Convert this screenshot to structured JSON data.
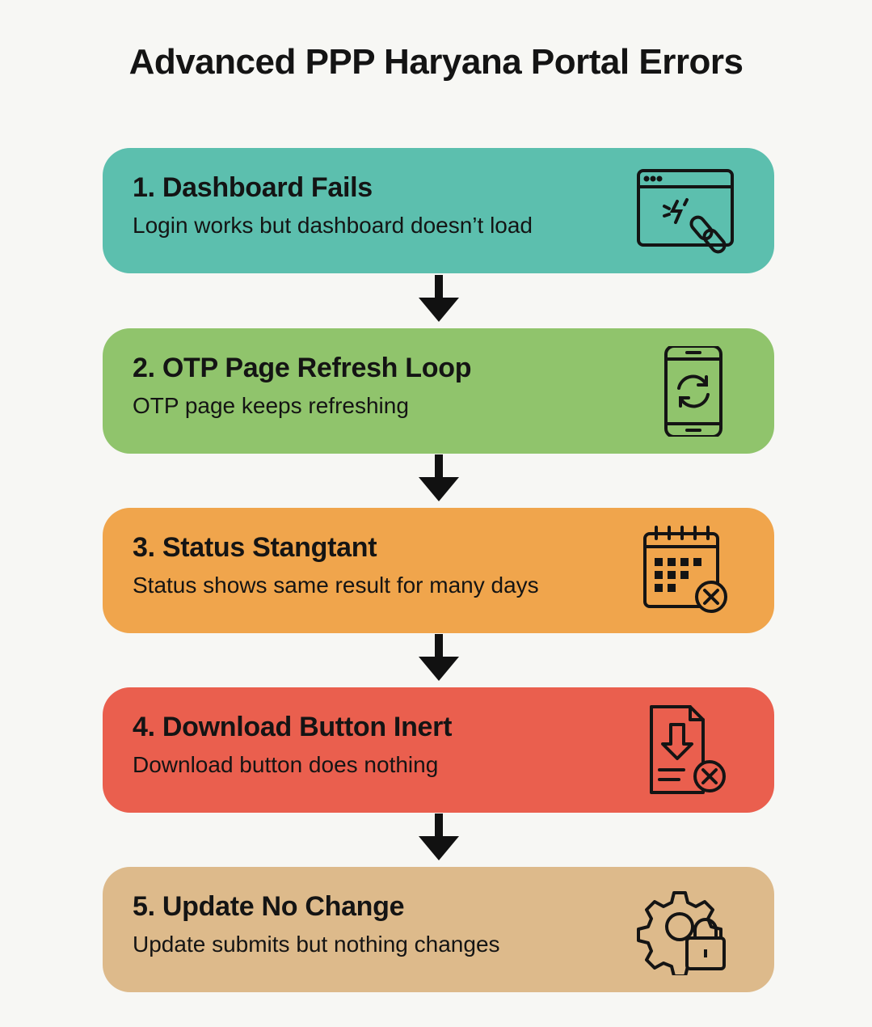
{
  "title": "Advanced PPP Haryana Portal Errors",
  "steps": [
    {
      "heading": "1. Dashboard Fails",
      "text": "Login works but dashboard doesn’t load",
      "color": "#5cbfae",
      "icon": "broken-link-browser-icon"
    },
    {
      "heading": "2. OTP Page Refresh Loop",
      "text": "OTP page keeps refreshing",
      "color": "#90c46c",
      "icon": "phone-refresh-icon"
    },
    {
      "heading": "3. Status Stangtant",
      "text": "Status shows same result for many days",
      "color": "#f0a54c",
      "icon": "calendar-x-icon"
    },
    {
      "heading": "4. Download Button Inert",
      "text": "Download button does nothing",
      "color": "#ea5f4e",
      "icon": "download-file-x-icon"
    },
    {
      "heading": "5. Update No Change",
      "text": "Update submits but nothing changes",
      "color": "#ddba8b",
      "icon": "gear-lock-icon"
    }
  ]
}
